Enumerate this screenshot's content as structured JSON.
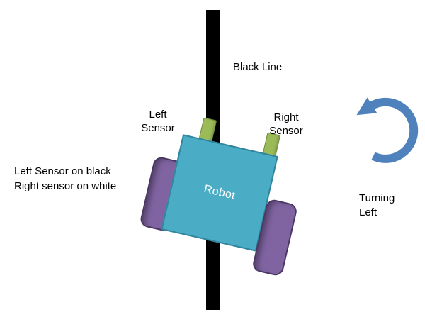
{
  "labels": {
    "black_line": "Black Line",
    "left_sensor": {
      "line1": "Left",
      "line2": "Sensor"
    },
    "right_sensor": {
      "line1": "Right",
      "line2": "Sensor"
    },
    "robot": "Robot",
    "condition": {
      "line1": "Left Sensor on black",
      "line2": "Right sensor on white"
    },
    "turning": {
      "line1": "Turning",
      "line2": "Left"
    }
  },
  "colors": {
    "line_color": "#000000",
    "robot_fill": "#4bacc6",
    "robot_border": "#31859c",
    "sensor_fill": "#9bbb59",
    "sensor_border": "#71893f",
    "wheel_fill": "#8064a2",
    "wheel_border": "#4a3764",
    "arrow_color": "#4f81bd"
  }
}
